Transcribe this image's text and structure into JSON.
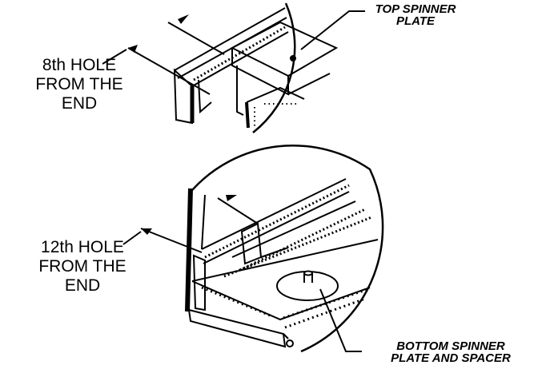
{
  "labels": {
    "top_hole": [
      "8th HOLE",
      "FROM THE",
      "END"
    ],
    "top_spinner": [
      "TOP SPINNER",
      "PLATE"
    ],
    "bottom_hole": [
      "12th HOLE",
      "FROM THE",
      "END"
    ],
    "bottom_spinner": [
      "BOTTOM SPINNER",
      "PLATE AND SPACER"
    ]
  },
  "colors": {
    "ink": "#000000",
    "paper": "#ffffff"
  }
}
